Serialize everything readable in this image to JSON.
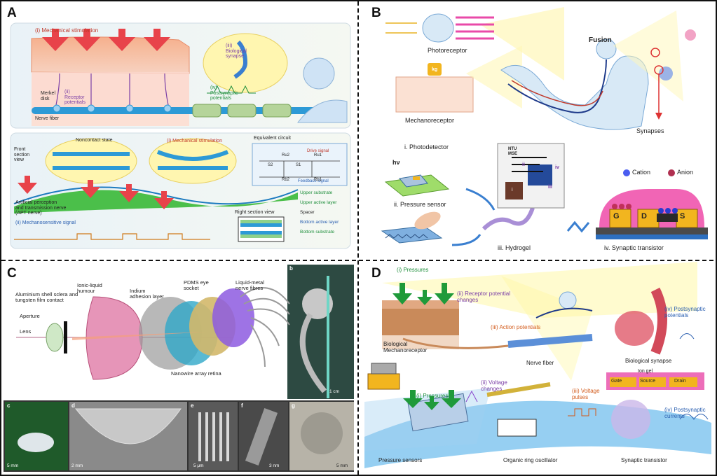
{
  "panels": {
    "a": {
      "letter": "A",
      "top": {
        "mech_stim": "(i) Mechanical stimulation",
        "bio_synapse": "(iii)\nBiological\nsynapse",
        "merkel": "Merkel\ndisk",
        "receptor": "(ii)\nReceptor\npotentials",
        "postsynaptic": "(iv)\nPostsynaptic\npotentials",
        "nerve_fiber": "Nerve fiber"
      },
      "bottom": {
        "noncontact": "Noncontact state",
        "mech_stim": "(i) Mechanical stimulation",
        "front_section": "Front\nsection\nview",
        "equiv_circuit": "Equivalent circuit",
        "drive_signal": "Drive signal",
        "feedback_signal": "Feedback signal",
        "s2": "S2",
        "s1": "S1",
        "ru2": "Ru2",
        "ru1": "Ru1",
        "rb2": "Rb2",
        "rb1": "Rb1",
        "apt_nerve": "Artificial perception\nand transmission nerve\n(APT nerve)",
        "mechanosensitive": "(ii) Mechanosensitive signal",
        "right_section": "Right section view",
        "layers": [
          "Upper substrate",
          "Upper active layer",
          "Spacer",
          "Bottom active layer",
          "Bottom substrate"
        ]
      }
    },
    "b": {
      "letter": "B",
      "photoreceptor": "Photoreceptor",
      "fusion": "Fusion",
      "mechanoreceptor": "Mechanoreceptor",
      "kg": "kg",
      "synapses": "Synapses",
      "photodetector": "i. Photodetector",
      "hv": "hν",
      "pressure_sensor": "ii. Pressure sensor",
      "hydrogel": "iii. Hydrogel",
      "synaptic_transistor": "iv. Synaptic transistor",
      "cation": "Cation",
      "anion": "Anion",
      "chip_text": "NTU\nMSE",
      "chip_marks": [
        "i",
        "ii",
        "iii",
        "iv"
      ],
      "electrodes": [
        "G",
        "D",
        "S"
      ]
    },
    "c": {
      "letter": "C",
      "labels": {
        "shell": "Aluminium shell sclera and\ntungsten film contact",
        "humour": "Ionic-liquid\nhumour",
        "indium": "Indium\nadhesion layer",
        "pdms": "PDMS eye\nsocket",
        "liquid_metal": "Liquid-metal\nnerve fibres",
        "aperture": "Aperture",
        "lens": "Lens",
        "retina": "Nanowire array retina"
      },
      "subpanels": [
        "b",
        "c",
        "d",
        "e",
        "f",
        "g"
      ],
      "scales": {
        "b": "1 cm",
        "c": "5 mm",
        "d": "2 mm",
        "e": "5 μm",
        "f": "3 nm",
        "g": "5 mm"
      }
    },
    "d": {
      "letter": "D",
      "pressures": "(i) Pressures",
      "receptor_potential": "(ii) Receptor potential\nchanges",
      "action_potentials": "(iii) Action potentials",
      "postsynaptic_potentials": "(iv) Postsynaptic\npotentials",
      "bio_mech": "Biological\nMechanoreceptor",
      "nerve_fiber": "Nerve fiber",
      "bio_synapse": "Biological synapse",
      "ion_gel": "Ion gel",
      "gate": "Gate",
      "source": "Source",
      "drain": "Drain",
      "pressures2": "(i) Pressures",
      "voltage_changes": "(ii) Voltage\nchanges",
      "voltage_pulses": "(iii) Voltage\npulses",
      "postsynaptic_currents": "(iv) Postsynaptic\ncurrents",
      "pressure_sensors": "Pressure sensors",
      "ring_oscillator": "Organic ring oscillator",
      "synaptic_transistor": "Synaptic transistor"
    }
  },
  "colors": {
    "skin": "#f4a98a",
    "nerve": "#2d9ad6",
    "green_nerve": "#4bbf4a",
    "arrow_red": "#e8434a",
    "yellow_glow": "#fff3a0",
    "pink": "#e94aa8",
    "purple": "#8844cc",
    "gate_yellow": "#f2b51f"
  }
}
